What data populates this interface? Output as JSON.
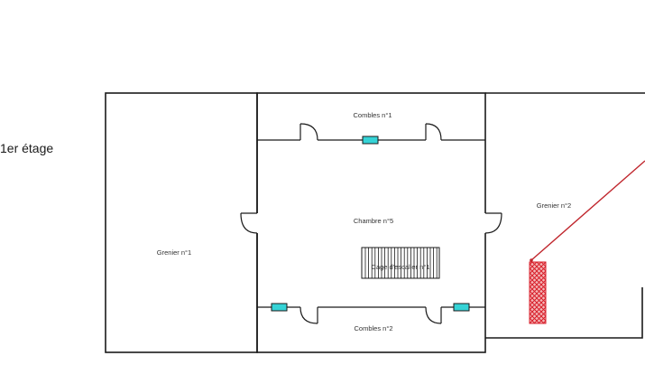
{
  "floor": {
    "label": "1er étage"
  },
  "rooms": {
    "combles_1": "Combles n°1",
    "chambre_5": "Chambre n°5",
    "combles_2": "Combles n°2",
    "grenier_1": "Grenier n°1",
    "grenier_2": "Grenier n°2",
    "cage_escalier": "Cage d'escalier n°1"
  },
  "colors": {
    "wall": "#1a1a1a",
    "window": "#35d3d6",
    "hatch": "#d81e2a",
    "pointer_line": "#c0262d"
  }
}
